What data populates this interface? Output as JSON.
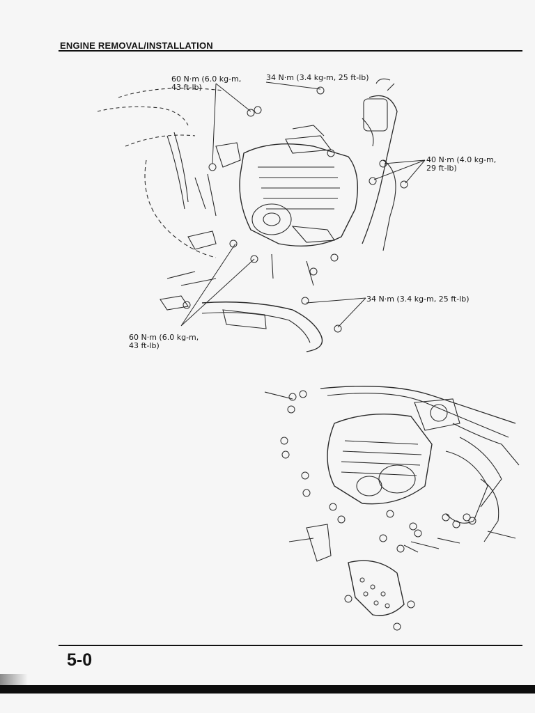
{
  "header": {
    "title": "ENGINE REMOVAL/INSTALLATION"
  },
  "callouts": {
    "top_left_torque": "60 N·m (6.0 kg-m,\n43 ft-lb)",
    "top_center_torque": "34 N·m (3.4 kg-m, 25 ft-lb)",
    "right_torque": "40 N·m (4.0 kg-m,\n29 ft-lb)",
    "lower_right_torque": "34 N·m (3.4 kg-m, 25 ft-lb)",
    "bottom_left_torque": "60 N·m (6.0 kg-m,\n43 ft-lb)"
  },
  "footer": {
    "page_number": "5-0"
  }
}
